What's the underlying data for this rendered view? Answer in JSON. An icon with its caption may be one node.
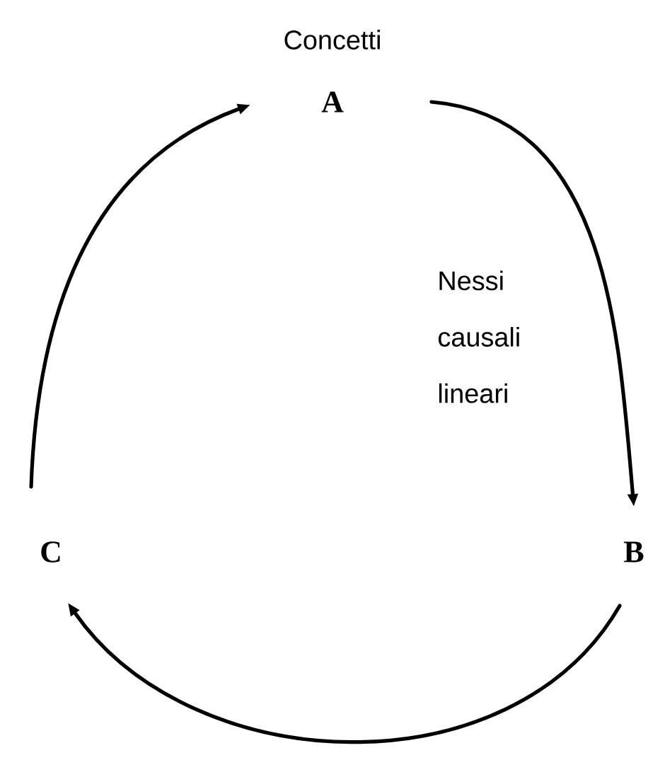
{
  "diagram": {
    "nodes": [
      {
        "text": [
          "A"
        ],
        "beside": [
          "Concetti"
        ]
      },
      {
        "text": [
          "B"
        ]
      },
      {
        "text": [
          "C"
        ]
      }
    ],
    "edges": [
      {
        "from": 0,
        "to": 1,
        "arrow": "to",
        "label": "Nessi causali lineari"
      },
      {
        "from": 1,
        "to": 2,
        "arrow": "to"
      },
      {
        "from": 2,
        "to": 0,
        "arrow": "to"
      }
    ]
  }
}
